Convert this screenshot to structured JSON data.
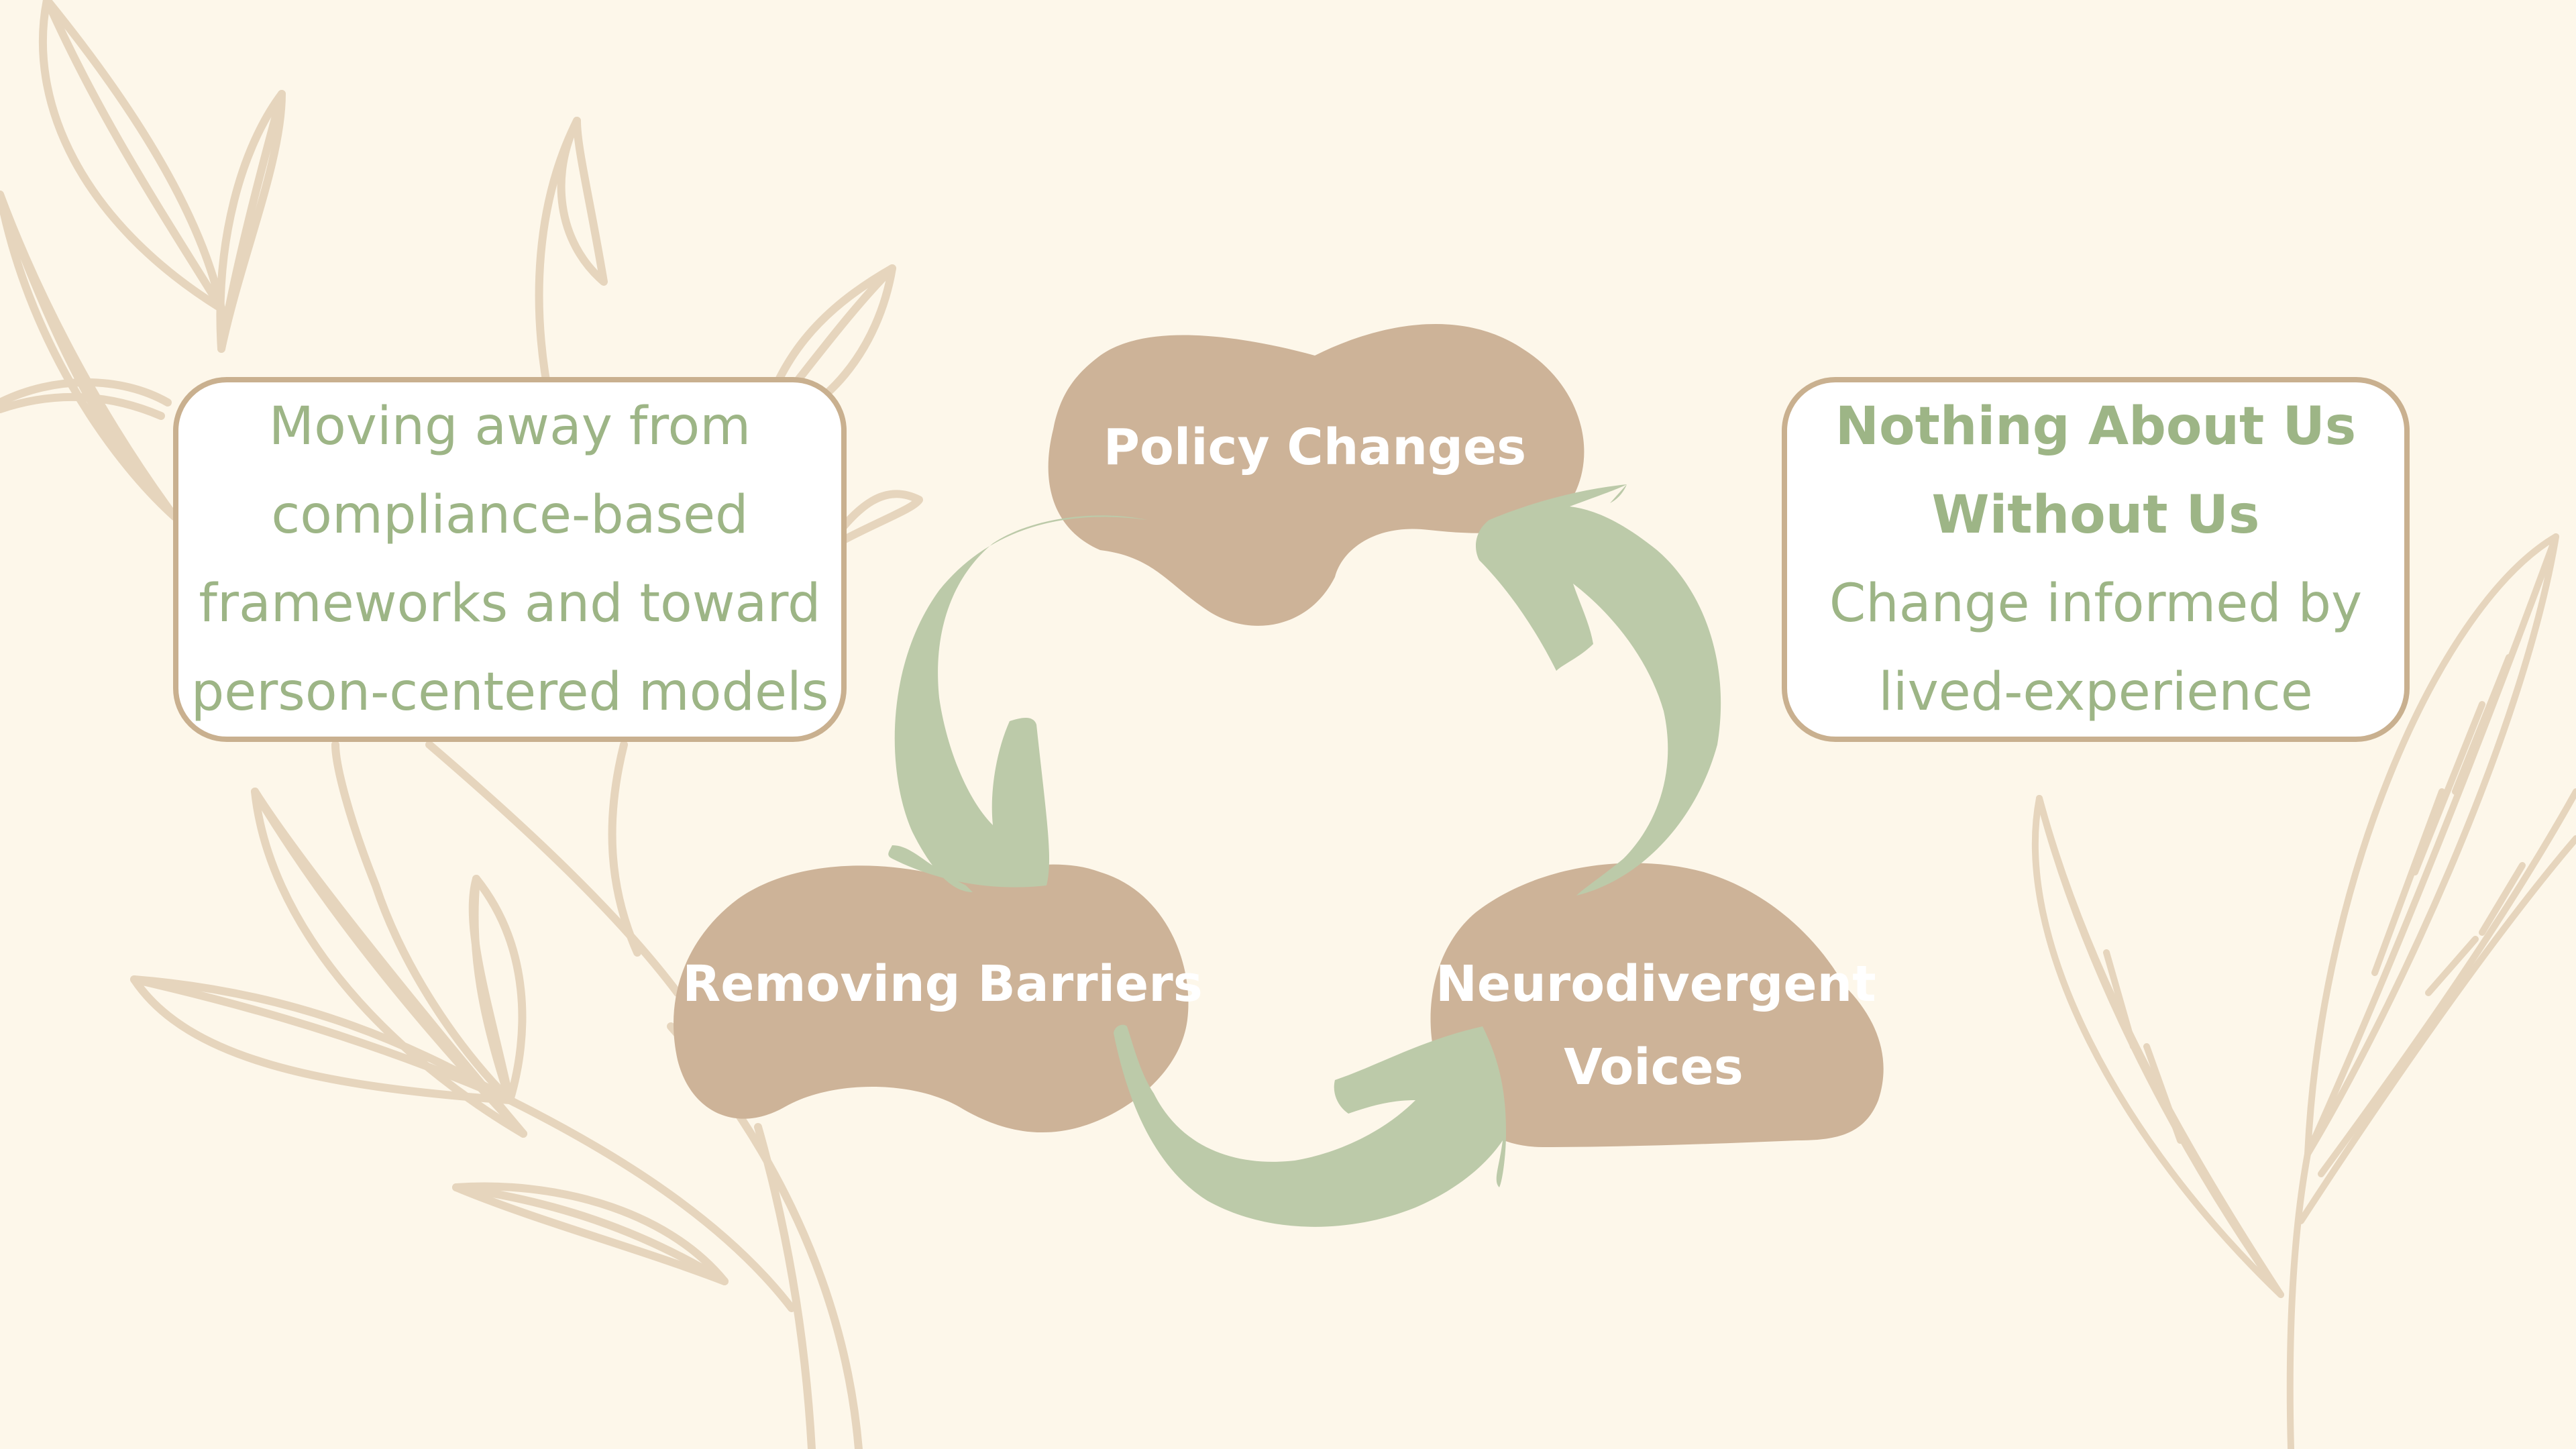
{
  "colors": {
    "background": "#fdf7ea",
    "blob": "#cdb398",
    "arrow": "#bccaa9",
    "leaf_outline": "#e6d5bd",
    "card_border": "#c9b08f",
    "text_green": "#9db586"
  },
  "left_card": {
    "lines": [
      "Moving away from",
      "compliance-based",
      "frameworks and toward",
      "person-centered models"
    ]
  },
  "right_card": {
    "title_lines": [
      "Nothing About Us",
      "Without Us"
    ],
    "body_lines": [
      "Change informed by",
      "lived-experience"
    ]
  },
  "cycle": {
    "nodes": [
      {
        "label": "Policy Changes"
      },
      {
        "label": "Removing Barriers"
      },
      {
        "label": "Neurodivergent",
        "label_line2": "Voices"
      }
    ]
  }
}
